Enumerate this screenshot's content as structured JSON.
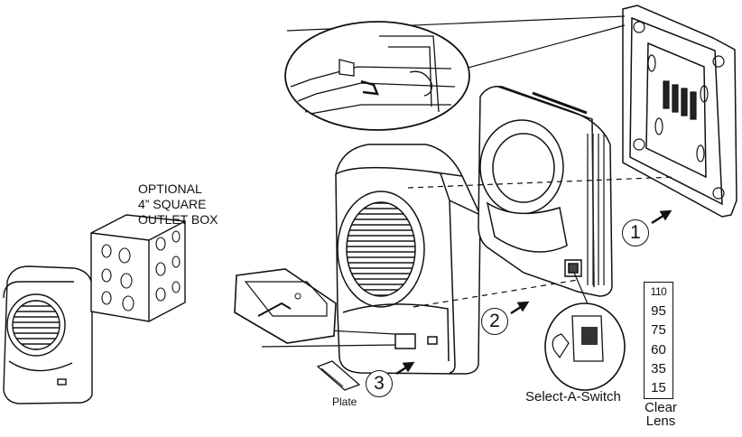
{
  "labels": {
    "outlet_box": [
      "OPTIONAL",
      "4”  SQUARE",
      "OUTLET BOX"
    ],
    "plate": "Plate",
    "select_a_switch": "Select-A-Switch",
    "clear_lens": [
      "Clear",
      "Lens"
    ]
  },
  "steps": [
    "1",
    "2",
    "3"
  ],
  "candela_settings": [
    "110",
    "95",
    "75",
    "60",
    "35",
    "15"
  ],
  "icons": [
    "arrow-icon",
    "detail-magnifier-icon"
  ]
}
